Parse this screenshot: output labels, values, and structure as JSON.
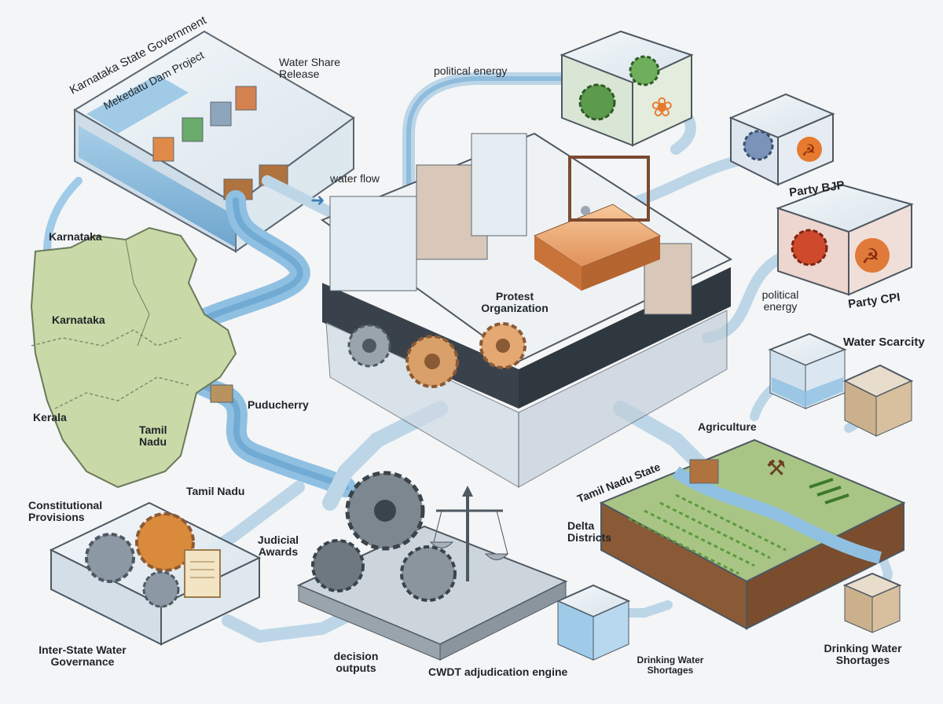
{
  "labels": {
    "karnataka_gov": "Karnataka State Government",
    "mekedatu": "Mekedatu Dam Project",
    "water_share_release": "Water Share Release",
    "political_energy_top": "political energy",
    "water_flow": "water flow",
    "party_bjp": "Party BJP",
    "party_cpi": "Party CPI",
    "political_energy_right": "political energy",
    "karnataka_top": "Karnataka",
    "karnataka_map": "Karnataka",
    "kerala": "Kerala",
    "tamil_nadu_map": "Tamil Nadu",
    "puducherry": "Puducherry",
    "protest_org": "Protest Organization",
    "water_scarcity": "Water Scarcity",
    "agriculture": "Agriculture",
    "tamil_nadu_state": "Tamil Nadu State",
    "delta_districts": "Delta Districts",
    "tamil_nadu_river": "Tamil Nadu",
    "constitutional": "Constitutional Provisions",
    "judicial": "Judicial Awards",
    "inter_state": "Inter-State Water Governance",
    "decision_outputs": "decision outputs",
    "cwdt": "CWDT adjudication engine",
    "drinking_small": "Drinking Water Shortages",
    "drinking_large": "Drinking Water Shortages"
  },
  "colors": {
    "water": "#7fb6d9",
    "water_dark": "#3f7fb3",
    "glass": "#e6eef4",
    "frame": "#5c6670",
    "map_green": "#c9d9a8",
    "bjp_green": "#5d9b4c",
    "bjp_orange": "#e67a2e",
    "cpi_red": "#cf4a2c",
    "gear_orange": "#d98a3a",
    "soil": "#8a5a36",
    "crop": "#5f9a3e"
  },
  "icons": [
    "gear-icon",
    "lotus-icon",
    "hammer-sickle-icon",
    "scales-icon",
    "scroll-icon",
    "plough-icon",
    "arrow-right-icon"
  ]
}
